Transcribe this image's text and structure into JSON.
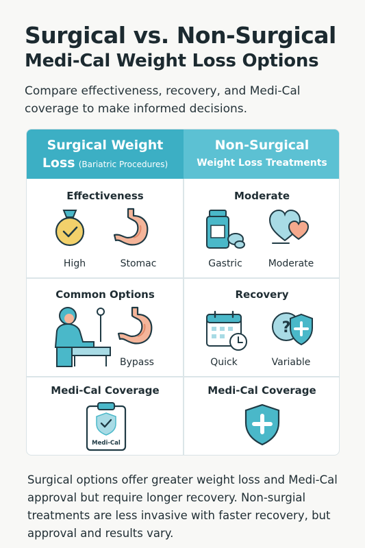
{
  "header": {
    "title_line1": "Surgical vs. Non-Surgical",
    "title_line2": "Medi-Cal Weight Loss Options",
    "subtitle": "Compare effectiveness, recovery, and Medi-Cal coverage to make informed decisions."
  },
  "columns": {
    "left_title": "Surgical Weight",
    "left_title2": "Loss",
    "left_note": "(Bariatric Procedures)",
    "right_title": "Non-Surgical",
    "right_title2": "Weight Loss Treatments"
  },
  "rows": {
    "r1_left_title": "Effectiveness",
    "r1_left_cap1": "High",
    "r1_left_cap2": "Stomac",
    "r1_right_title": "Moderate",
    "r1_right_cap1": "Gastric",
    "r1_right_cap2": "Moderate",
    "r2_left_title": "Common Options",
    "r2_left_cap2": "Bypass",
    "r2_right_title": "Recovery",
    "r2_right_cap1": "Quick",
    "r2_right_cap2": "Variable",
    "r3_left_title": "Medi-Cal Coverage",
    "r3_left_badge": "Medi-Cal",
    "r3_right_title": "Medi-Cal Coverage"
  },
  "footer": {
    "text": "Surgical options offer greater weight loss and Medi-Cal approval but require longer recovery. Non-surgial treatments are less invasive with faster recovery, but approval and results vary."
  },
  "colors": {
    "header_left": "#3cafc4",
    "header_right": "#5cc1d3",
    "teal": "#4ab8c9",
    "stomach": "#f4b59a",
    "medal": "#f2d16b"
  },
  "icons": [
    "medal-icon",
    "stomach-icon",
    "medicine-bottle-icon",
    "hearts-icon",
    "surgeon-icon",
    "calendar-icon",
    "question-shield-icon",
    "clipboard-icon",
    "shield-plus-icon"
  ]
}
